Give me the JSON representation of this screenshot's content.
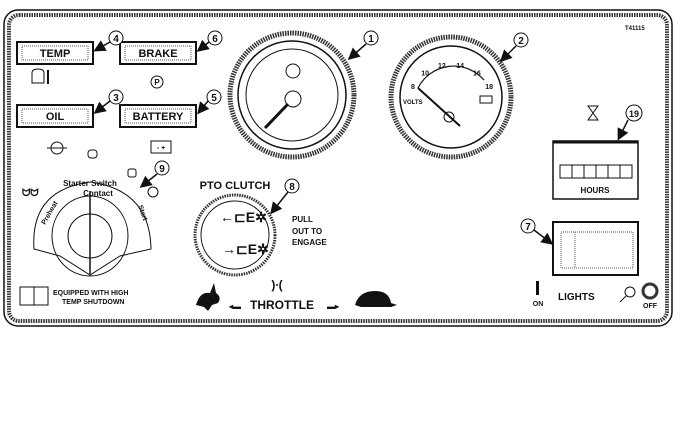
{
  "figure_code": "T41115",
  "indicators": {
    "temp": {
      "label": "TEMP",
      "callout": "4"
    },
    "brake": {
      "label": "BRAKE",
      "callout": "6",
      "icon_text": "P"
    },
    "oil": {
      "label": "OIL",
      "callout": "3"
    },
    "battery": {
      "label": "BATTERY",
      "callout": "5",
      "icon_text": "- +"
    }
  },
  "gauges": {
    "temperature": {
      "callout": "1"
    },
    "voltmeter": {
      "callout": "2",
      "unit": "VOLTS",
      "ticks": [
        "8",
        "10",
        "12",
        "14",
        "16",
        "18"
      ]
    }
  },
  "hour_meter": {
    "callout": "19",
    "label": "HOURS"
  },
  "light_switch": {
    "callout": "7",
    "label": "LIGHTS",
    "on": "ON",
    "off": "OFF"
  },
  "starter_switch": {
    "callout": "9",
    "title": "Starter Switch",
    "contact": "Contact",
    "preheat": "Preheat",
    "start": "Start"
  },
  "pto": {
    "title": "PTO CLUTCH",
    "callout": "8",
    "note": [
      "PULL",
      "OUT TO",
      "ENGAGE"
    ]
  },
  "notice": [
    "EQUIPPED WITH HIGH",
    "TEMP SHUTDOWN"
  ],
  "throttle": {
    "label": "THROTTLE",
    "choke": ")∙("
  }
}
